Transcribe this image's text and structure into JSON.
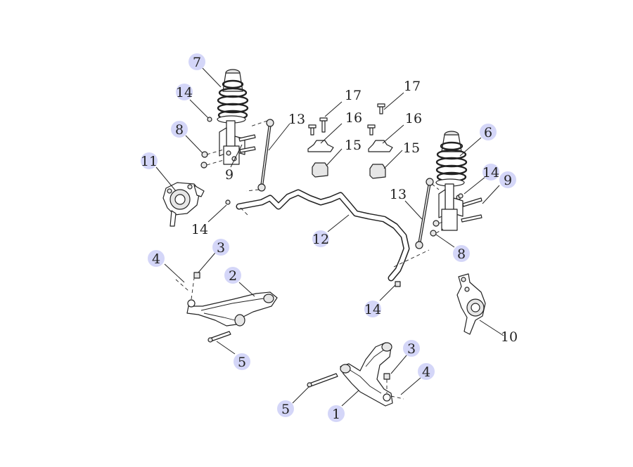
{
  "colors": {
    "callout_bubble": "#d4d6f8",
    "line": "#222222",
    "background": "#ffffff"
  },
  "callouts": [
    {
      "label": "7",
      "bubble": true
    },
    {
      "label": "14",
      "bubble": true
    },
    {
      "label": "8",
      "bubble": true
    },
    {
      "label": "11",
      "bubble": true
    },
    {
      "label": "9",
      "bubble": false
    },
    {
      "label": "13",
      "bubble": false
    },
    {
      "label": "17",
      "bubble": false
    },
    {
      "label": "16",
      "bubble": false
    },
    {
      "label": "15",
      "bubble": false
    },
    {
      "label": "17",
      "bubble": false
    },
    {
      "label": "16",
      "bubble": false
    },
    {
      "label": "15",
      "bubble": false
    },
    {
      "label": "6",
      "bubble": true
    },
    {
      "label": "14",
      "bubble": true
    },
    {
      "label": "9",
      "bubble": true
    },
    {
      "label": "13",
      "bubble": false
    },
    {
      "label": "14",
      "bubble": false
    },
    {
      "label": "12",
      "bubble": true
    },
    {
      "label": "8",
      "bubble": true
    },
    {
      "label": "3",
      "bubble": true
    },
    {
      "label": "4",
      "bubble": true
    },
    {
      "label": "2",
      "bubble": true
    },
    {
      "label": "14",
      "bubble": true
    },
    {
      "label": "10",
      "bubble": false
    },
    {
      "label": "5",
      "bubble": true
    },
    {
      "label": "3",
      "bubble": true
    },
    {
      "label": "4",
      "bubble": true
    },
    {
      "label": "5",
      "bubble": true
    },
    {
      "label": "1",
      "bubble": true
    }
  ]
}
